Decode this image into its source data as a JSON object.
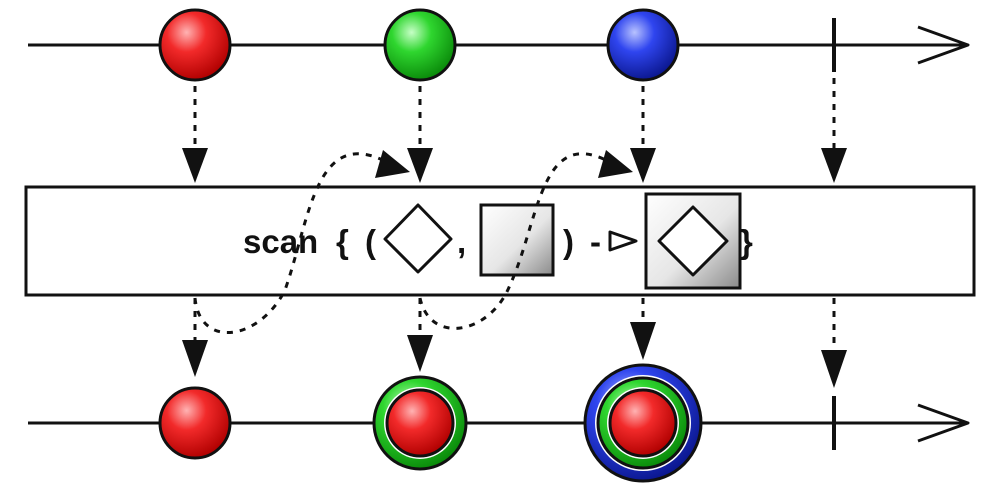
{
  "operator": {
    "keyword": "scan",
    "open_brace": "{",
    "open_paren": "(",
    "comma": ",",
    "close_paren": ")",
    "arrow_dash": "-",
    "close_brace": "}"
  },
  "colors": {
    "red": "#e8191b",
    "green": "#1fc41f",
    "blue": "#2236e0",
    "line": "#111111"
  },
  "input_stream": {
    "items": [
      {
        "color": "red"
      },
      {
        "color": "green"
      },
      {
        "color": "blue"
      }
    ],
    "terminates": true
  },
  "output_stream": {
    "items": [
      {
        "rings": [],
        "inner": "red"
      },
      {
        "rings": [
          "green"
        ],
        "inner": "red"
      },
      {
        "rings": [
          "blue",
          "green"
        ],
        "inner": "red"
      }
    ],
    "terminates": true
  },
  "icons": {
    "accumulator_shape": "diamond-icon",
    "value_shape": "square-icon",
    "result_shape": "diamond-in-square-icon",
    "arrow": "hollow-triangle-arrow-icon"
  }
}
